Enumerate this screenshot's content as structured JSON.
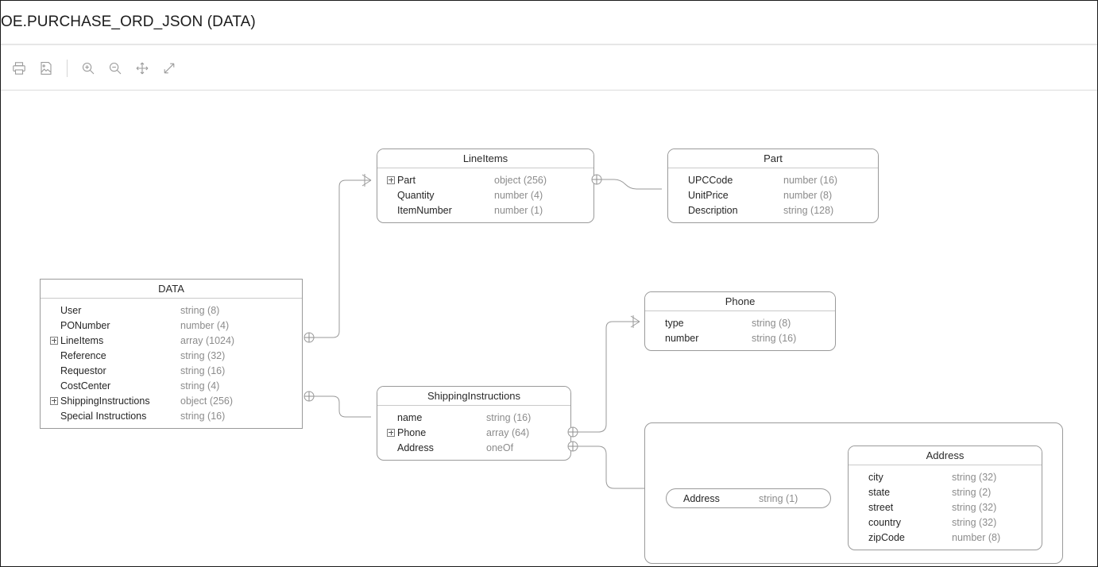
{
  "window": {
    "title": "OE.PURCHASE_ORD_JSON (DATA)"
  },
  "toolbar": {
    "buttons": [
      {
        "name": "print-icon",
        "label": "Print"
      },
      {
        "name": "save-image-icon",
        "label": "Save as Image"
      },
      {
        "name": "zoom-in-icon",
        "label": "Zoom In"
      },
      {
        "name": "zoom-out-icon",
        "label": "Zoom Out"
      },
      {
        "name": "pan-icon",
        "label": "Pan"
      },
      {
        "name": "fit-screen-icon",
        "label": "Fit to Screen"
      }
    ]
  },
  "colors": {
    "border": "#9a9a9a",
    "type_text": "#8c8c8c",
    "name_text": "#262626",
    "link": "#9a9a9a",
    "title_text": "#1b1b1b"
  },
  "diagram": {
    "entities": {
      "data": {
        "title": "DATA",
        "rows": [
          {
            "name": "User",
            "type": "string (8)",
            "expandable": false
          },
          {
            "name": "PONumber",
            "type": "number (4)",
            "expandable": false
          },
          {
            "name": "LineItems",
            "type": "array (1024)",
            "expandable": true
          },
          {
            "name": "Reference",
            "type": "string (32)",
            "expandable": false
          },
          {
            "name": "Requestor",
            "type": "string (16)",
            "expandable": false
          },
          {
            "name": "CostCenter",
            "type": "string (4)",
            "expandable": false
          },
          {
            "name": "ShippingInstructions",
            "type": "object (256)",
            "expandable": true
          },
          {
            "name": "Special Instructions",
            "type": "string (16)",
            "expandable": false
          }
        ]
      },
      "lineitems": {
        "title": "LineItems",
        "rows": [
          {
            "name": "Part",
            "type": "object (256)",
            "expandable": true
          },
          {
            "name": "Quantity",
            "type": "number (4)",
            "expandable": false
          },
          {
            "name": "ItemNumber",
            "type": "number (1)",
            "expandable": false
          }
        ]
      },
      "part": {
        "title": "Part",
        "rows": [
          {
            "name": "UPCCode",
            "type": "number (16)",
            "expandable": false
          },
          {
            "name": "UnitPrice",
            "type": "number (8)",
            "expandable": false
          },
          {
            "name": "Description",
            "type": "string (128)",
            "expandable": false
          }
        ]
      },
      "phone": {
        "title": "Phone",
        "rows": [
          {
            "name": "type",
            "type": "string (8)",
            "expandable": false
          },
          {
            "name": "number",
            "type": "string (16)",
            "expandable": false
          }
        ]
      },
      "shipping": {
        "title": "ShippingInstructions",
        "rows": [
          {
            "name": "name",
            "type": "string (16)",
            "expandable": false
          },
          {
            "name": "Phone",
            "type": "array (64)",
            "expandable": true
          },
          {
            "name": "Address",
            "type": "oneOf",
            "expandable": false
          }
        ]
      },
      "address": {
        "title": "Address",
        "rows": [
          {
            "name": "city",
            "type": "string (32)",
            "expandable": false
          },
          {
            "name": "state",
            "type": "string (2)",
            "expandable": false
          },
          {
            "name": "street",
            "type": "string (32)",
            "expandable": false
          },
          {
            "name": "country",
            "type": "string (32)",
            "expandable": false
          },
          {
            "name": "zipCode",
            "type": "number (8)",
            "expandable": false
          }
        ]
      }
    },
    "address_pill": {
      "name": "Address",
      "type": "string (1)"
    }
  }
}
